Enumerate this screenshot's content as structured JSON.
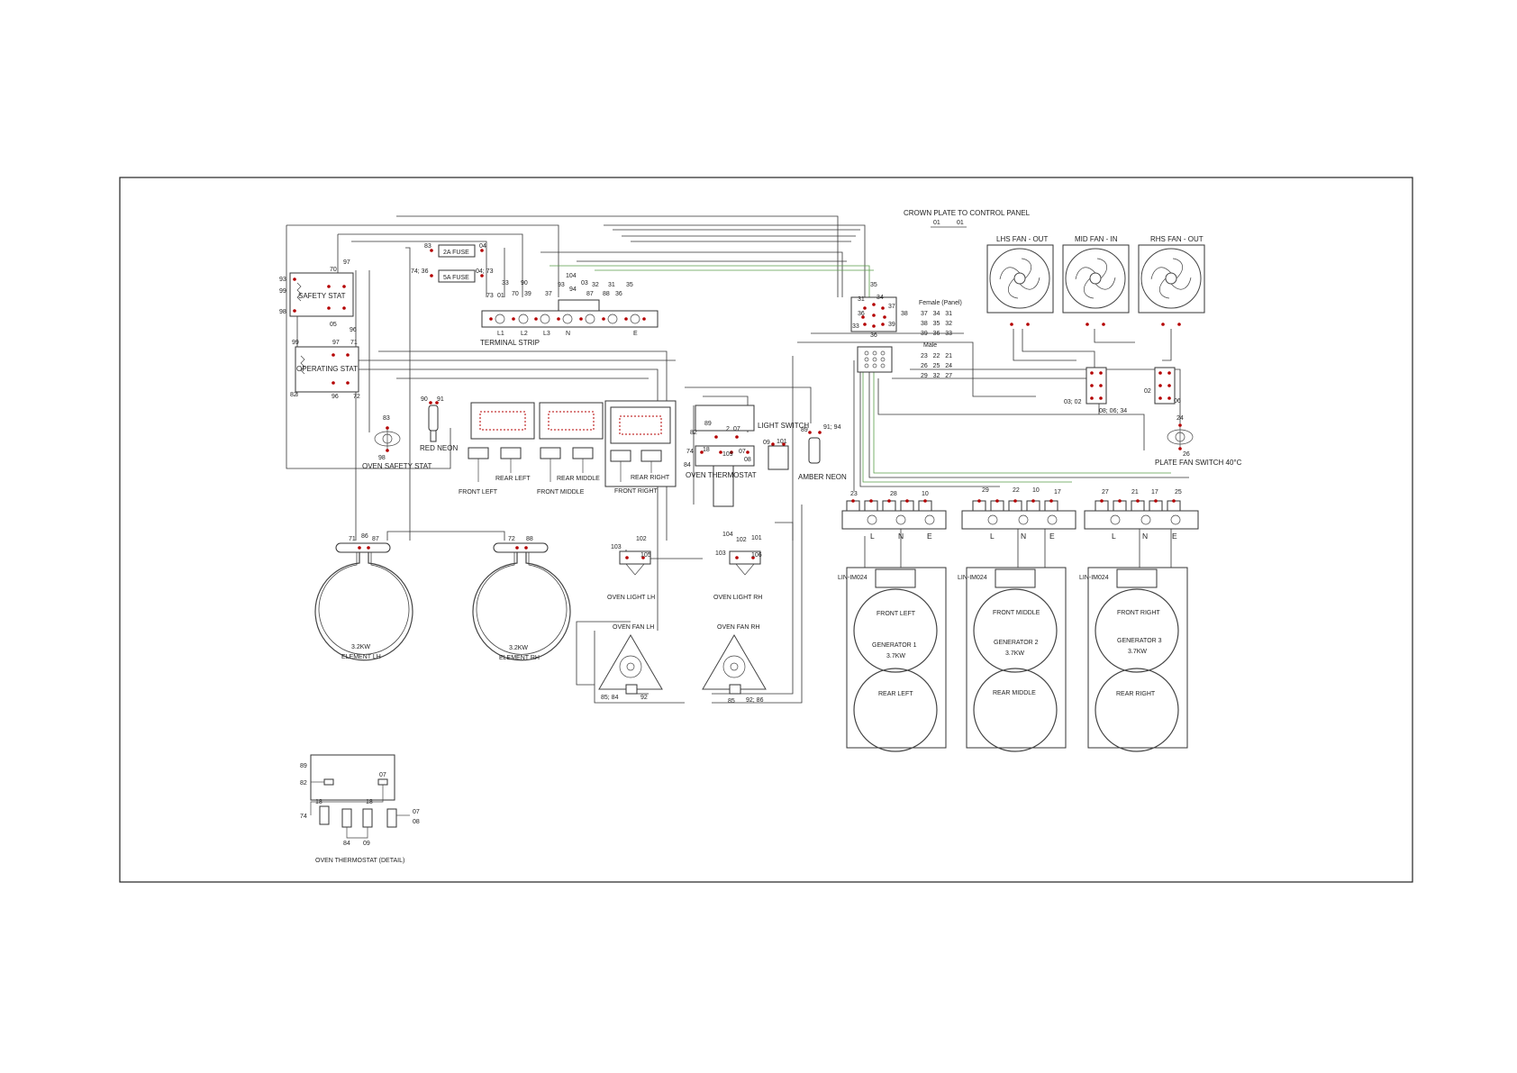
{
  "title_crown": "CROWN PLATE TO CONTROL PANEL",
  "crown_pins": [
    "01",
    "01"
  ],
  "fans": [
    {
      "label": "LHS FAN - OUT"
    },
    {
      "label": "MID FAN - IN"
    },
    {
      "label": "RHS FAN - OUT"
    }
  ],
  "fuses": {
    "fuse_2a": "2A FUSE",
    "fuse_5a": "5A FUSE",
    "nums": {
      "a": "83",
      "b": "04",
      "c": "74; 36",
      "d": "04; 73"
    }
  },
  "terminal_strip": {
    "label": "TERMINAL STRIP",
    "terms": [
      "L1",
      "L2",
      "L3",
      "N",
      "E"
    ],
    "nums_top": [
      "73",
      "33",
      "01",
      "70",
      "90",
      "39",
      "37",
      "93",
      "94",
      "104",
      "03",
      "32",
      "87",
      "31",
      "88",
      "36",
      "35"
    ]
  },
  "safety_stat": {
    "label": "SAFETY STAT",
    "nums": [
      "93",
      "99",
      "70",
      "97",
      "98",
      "96",
      "05"
    ]
  },
  "operating_stat": {
    "label": "OPERATING STAT",
    "nums": [
      "99",
      "97",
      "71",
      "82",
      "96",
      "72"
    ]
  },
  "oven_safety_stat": {
    "label": "OVEN SAFETY STAT",
    "nums": [
      "83",
      "98"
    ]
  },
  "red_neon": {
    "label": "RED NEON",
    "nums": [
      "90",
      "91"
    ]
  },
  "controls": [
    {
      "label": "FRONT LEFT"
    },
    {
      "label": "REAR LEFT"
    },
    {
      "label": "FRONT MIDDLE"
    },
    {
      "label": "REAR MIDDLE"
    },
    {
      "label": "FRONT RIGHT"
    },
    {
      "label": "REAR RIGHT"
    }
  ],
  "oven_thermostat": {
    "label": "OVEN THERMOSTAT",
    "nums": [
      "82",
      "89",
      "07",
      "74",
      "18",
      "109",
      "07",
      "84",
      "08",
      "2"
    ]
  },
  "light_switch": {
    "label": "LIGHT SWITCH",
    "nums": [
      "09",
      "101"
    ]
  },
  "amber_neon": {
    "label": "AMBER NEON",
    "nums": [
      "89",
      "91; 94"
    ]
  },
  "connector": {
    "female_title": "Female (Panel)",
    "female_rows": [
      "37   34   31",
      "38   35   32",
      "39   36   33"
    ],
    "male_title": "Male",
    "male_rows": [
      "23   22   21",
      "26   25   24",
      "29   32   27"
    ],
    "pins_top": [
      "35",
      "31",
      "34",
      "38",
      "33",
      "37",
      "36",
      "39",
      "36"
    ]
  },
  "fan_junction": {
    "left": "03; 02",
    "mid": "08; 06; 34",
    "right_top": "02",
    "right_bot": "06"
  },
  "plate_fan_switch": {
    "label": "PLATE FAN SWITCH 40°C",
    "nums": [
      "24",
      "26"
    ]
  },
  "elements": [
    {
      "power": "3.2KW",
      "name": "ELEMENT LH",
      "nums": [
        "71",
        "86",
        "87"
      ]
    },
    {
      "power": "3.2KW",
      "name": "ELEMENT RH",
      "nums": [
        "72",
        "88"
      ]
    }
  ],
  "oven_lights": [
    {
      "label": "OVEN LIGHT LH",
      "nums": [
        "102",
        "103",
        "105"
      ]
    },
    {
      "label": "OVEN LIGHT RH",
      "nums": [
        "104",
        "102",
        "101",
        "103",
        "106"
      ]
    }
  ],
  "oven_fans": [
    {
      "label": "OVEN FAN LH",
      "nums": [
        "85; 84",
        "92"
      ]
    },
    {
      "label": "OVEN FAN RH",
      "nums": [
        "85",
        "92; 86"
      ]
    }
  ],
  "lne_strips": [
    {
      "nums": [
        "23",
        "28",
        "10"
      ],
      "terms": [
        "L",
        "N",
        "E"
      ]
    },
    {
      "nums": [
        "29",
        "22",
        "10",
        "17"
      ],
      "terms": [
        "L",
        "N",
        "E"
      ]
    },
    {
      "nums": [
        "27",
        "21",
        "17",
        "25"
      ],
      "terms": [
        "L",
        "N",
        "E"
      ]
    }
  ],
  "generators": [
    {
      "model": "LIN-IM024",
      "front": "FRONT LEFT",
      "gen": "GENERATOR 1",
      "kw": "3.7KW",
      "rear": "REAR LEFT"
    },
    {
      "model": "LIN-IM024",
      "front": "FRONT MIDDLE",
      "gen": "GENERATOR 2",
      "kw": "3.7KW",
      "rear": "REAR MIDDLE"
    },
    {
      "model": "LIN-IM024",
      "front": "FRONT RIGHT",
      "gen": "GENERATOR 3",
      "kw": "3.7KW",
      "rear": "REAR RIGHT"
    }
  ],
  "detail": {
    "label": "OVEN THERMOSTAT (DETAIL)",
    "nums": {
      "n89": "89",
      "n82": "82",
      "n07a": "07",
      "n18a": "18",
      "n18b": "18",
      "n74": "74",
      "n07b": "07",
      "n08": "08",
      "n84": "84",
      "n09": "09"
    }
  }
}
